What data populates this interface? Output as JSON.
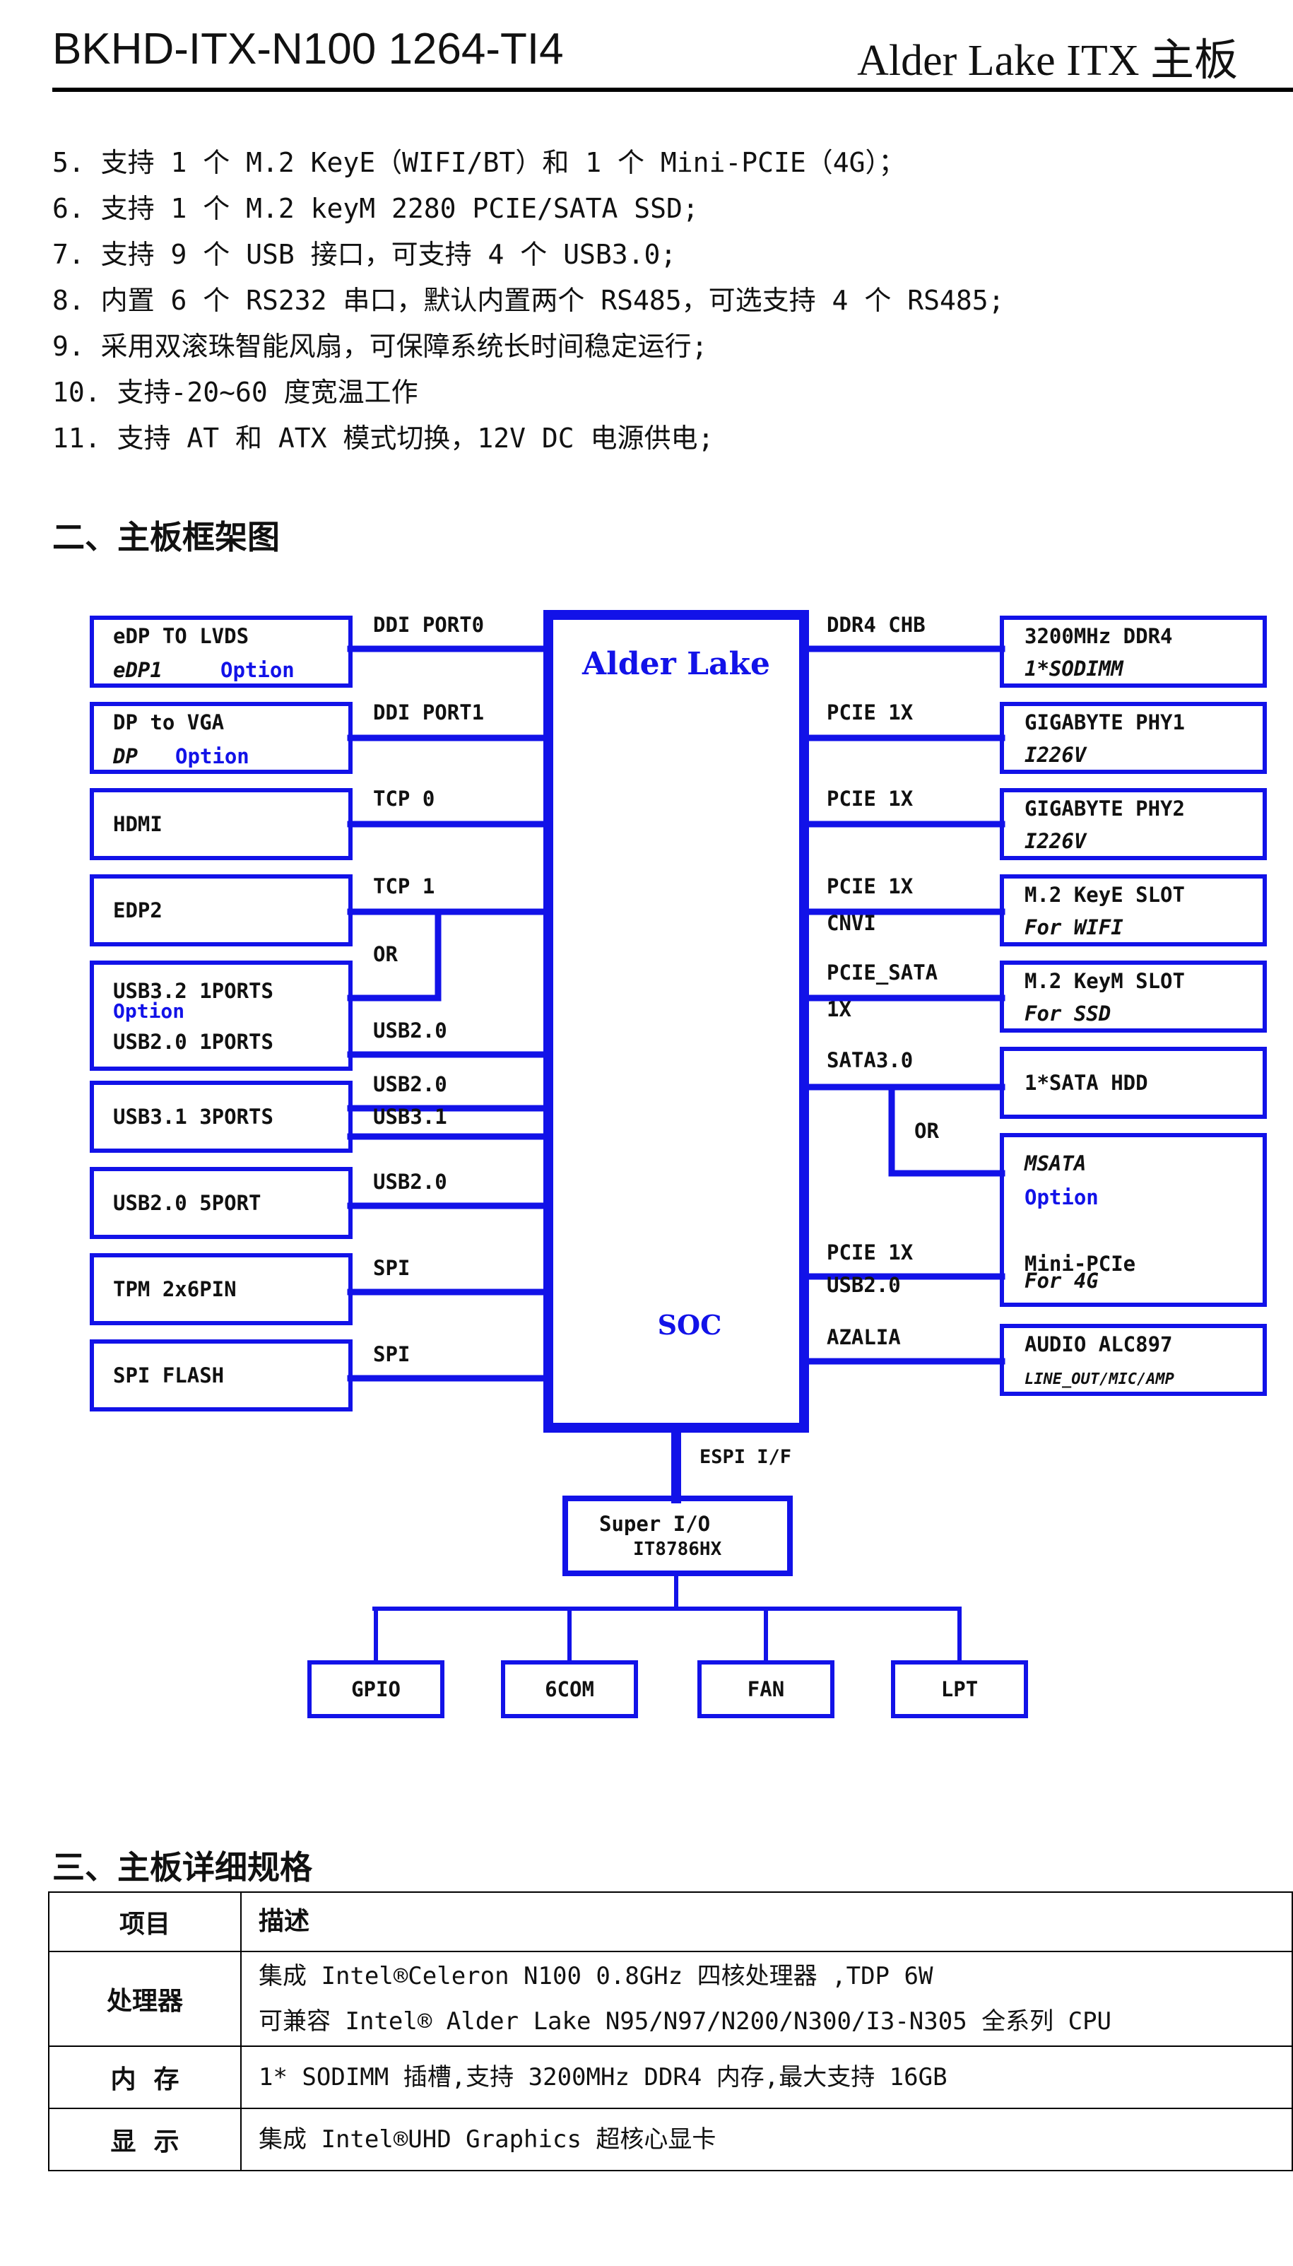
{
  "header": {
    "left_title": "BKHD-ITX-N100 1264-TI4",
    "right_title": "Alder Lake ITX 主板"
  },
  "features": [
    "5. 支持 1 个 M.2 KeyE（WIFI/BT）和 1 个 Mini-PCIE（4G）；",
    "6. 支持 1 个 M.2 keyM 2280 PCIE/SATA SSD;",
    "7. 支持 9 个 USB 接口，可支持 4 个 USB3.0;",
    "8. 内置 6 个 RS232 串口，默认内置两个 RS485，可选支持 4 个 RS485;",
    "9. 采用双滚珠智能风扇，可保障系统长时间稳定运行;",
    "10. 支持-20~60 度宽温工作",
    "11. 支持 AT 和 ATX 模式切换，12V DC 电源供电;"
  ],
  "section2_title": "二、主板框架图",
  "section3_title": "三、主板详细规格",
  "diagram": {
    "soc_title": "Alder Lake",
    "soc_label": "SOC",
    "super_io": [
      "Super I/O",
      "IT8786HX"
    ],
    "espi_label": "ESPI I/F",
    "left_boxes": [
      {
        "l1": "eDP TO LVDS",
        "l2a": "eDP1",
        "l2b": "Option",
        "bus": "DDI PORT0"
      },
      {
        "l1": "DP to VGA",
        "l2a": "DP",
        "l2b": "Option",
        "bus": "DDI PORT1"
      },
      {
        "l1": "HDMI",
        "bus": "TCP 0"
      },
      {
        "l1": "EDP2",
        "bus": "TCP 1"
      },
      {
        "l1": "USB3.2 1PORTS",
        "opt": "Option",
        "l3": "USB2.0 1PORTS",
        "bus": "USB2.0",
        "or": "OR"
      },
      {
        "l1": "USB3.1 3PORTS",
        "bus": "USB2.0",
        "bus2": "USB3.1"
      },
      {
        "l1": "USB2.0 5PORT",
        "bus": "USB2.0"
      },
      {
        "l1": "TPM 2x6PIN",
        "bus": "SPI"
      },
      {
        "l1": "SPI FLASH",
        "bus": "SPI"
      }
    ],
    "right_boxes": [
      {
        "l1": "3200MHz DDR4",
        "l2": "1*SODIMM",
        "bus": "DDR4 CHB"
      },
      {
        "l1": "GIGABYTE PHY1",
        "l2": "I226V",
        "bus": "PCIE 1X"
      },
      {
        "l1": "GIGABYTE PHY2",
        "l2": "I226V",
        "bus": "PCIE 1X"
      },
      {
        "l1": "M.2 KeyE SLOT",
        "l2": "For WIFI",
        "bus": "PCIE 1X",
        "bus2": "CNVI"
      },
      {
        "l1": "M.2 KeyM SLOT",
        "l2": "For SSD",
        "bus": "PCIE_SATA",
        "bus2": "1X"
      },
      {
        "l1": "1*SATA HDD",
        "bus": "SATA3.0",
        "or": "OR"
      },
      {
        "l1": "MSATA",
        "opt": "Option",
        "l3": "Mini-PCIe",
        "l4": "For 4G",
        "bus": "PCIE 1X",
        "bus2": "USB2.0"
      },
      {
        "l1": "AUDIO ALC897",
        "l2": "LINE_OUT/MIC/AMP",
        "bus": "AZALIA"
      }
    ],
    "bottom_boxes": [
      "GPIO",
      "6COM",
      "FAN",
      "LPT"
    ]
  },
  "table": {
    "headers": [
      "项目",
      "描述"
    ],
    "rows": [
      {
        "key": "处理器",
        "lines": [
          "集成 Intel®Celeron N100 0.8GHz 四核处理器 ,TDP 6W",
          "可兼容 Intel® Alder Lake N95/N97/N200/N300/I3-N305 全系列 CPU"
        ]
      },
      {
        "key": "内  存",
        "lines": [
          "1* SODIMM 插槽,支持 3200MHz DDR4 内存,最大支持 16GB"
        ]
      },
      {
        "key": "显  示",
        "lines": [
          "集成 Intel®UHD Graphics 超核心显卡"
        ]
      }
    ]
  }
}
